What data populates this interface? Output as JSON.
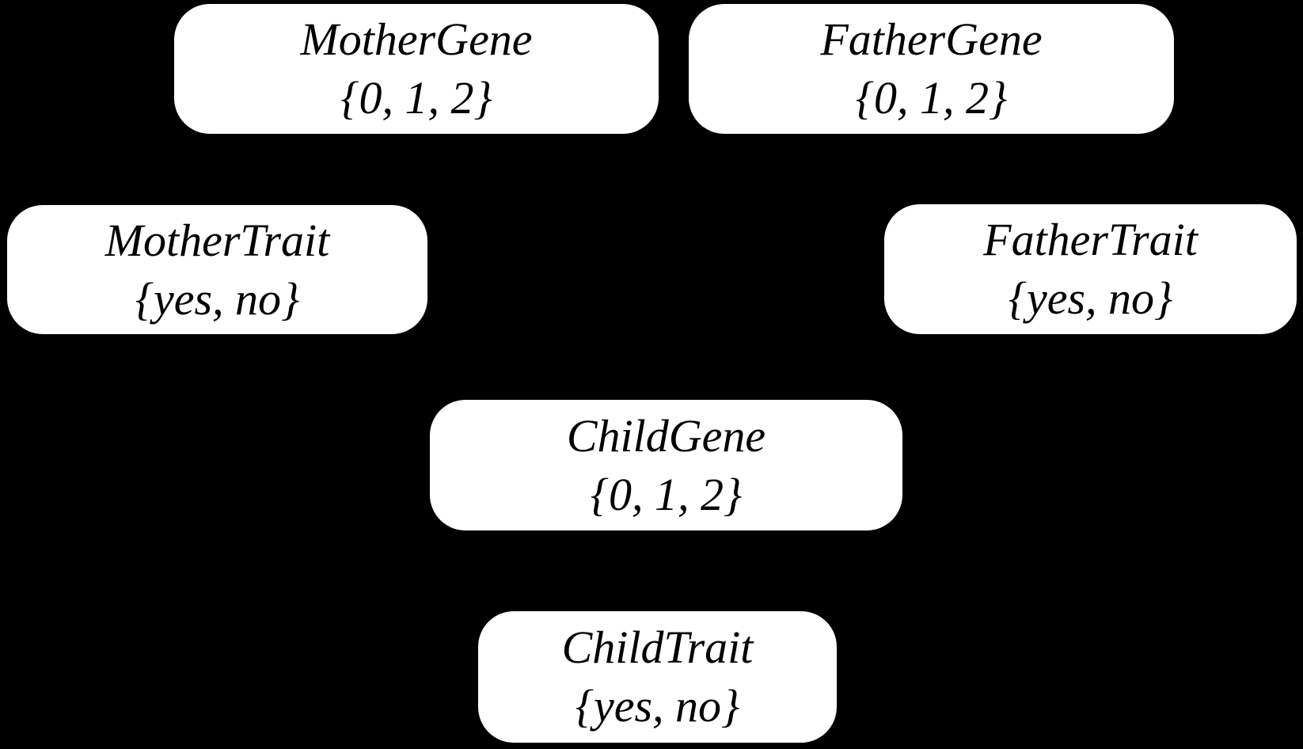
{
  "colors": {
    "bg": "#000000",
    "node-fill": "#ffffff",
    "node-text": "#000000"
  },
  "diagram": {
    "type": "bayesian-network"
  },
  "nodes": [
    {
      "id": "mother-gene",
      "label": "MotherGene",
      "domain": "{0, 1, 2}"
    },
    {
      "id": "father-gene",
      "label": "FatherGene",
      "domain": "{0, 1, 2}"
    },
    {
      "id": "mother-trait",
      "label": "MotherTrait",
      "domain": "{yes, no}"
    },
    {
      "id": "father-trait",
      "label": "FatherTrait",
      "domain": "{yes, no}"
    },
    {
      "id": "child-gene",
      "label": "ChildGene",
      "domain": "{0, 1, 2}"
    },
    {
      "id": "child-trait",
      "label": "ChildTrait",
      "domain": "{yes, no}"
    }
  ]
}
